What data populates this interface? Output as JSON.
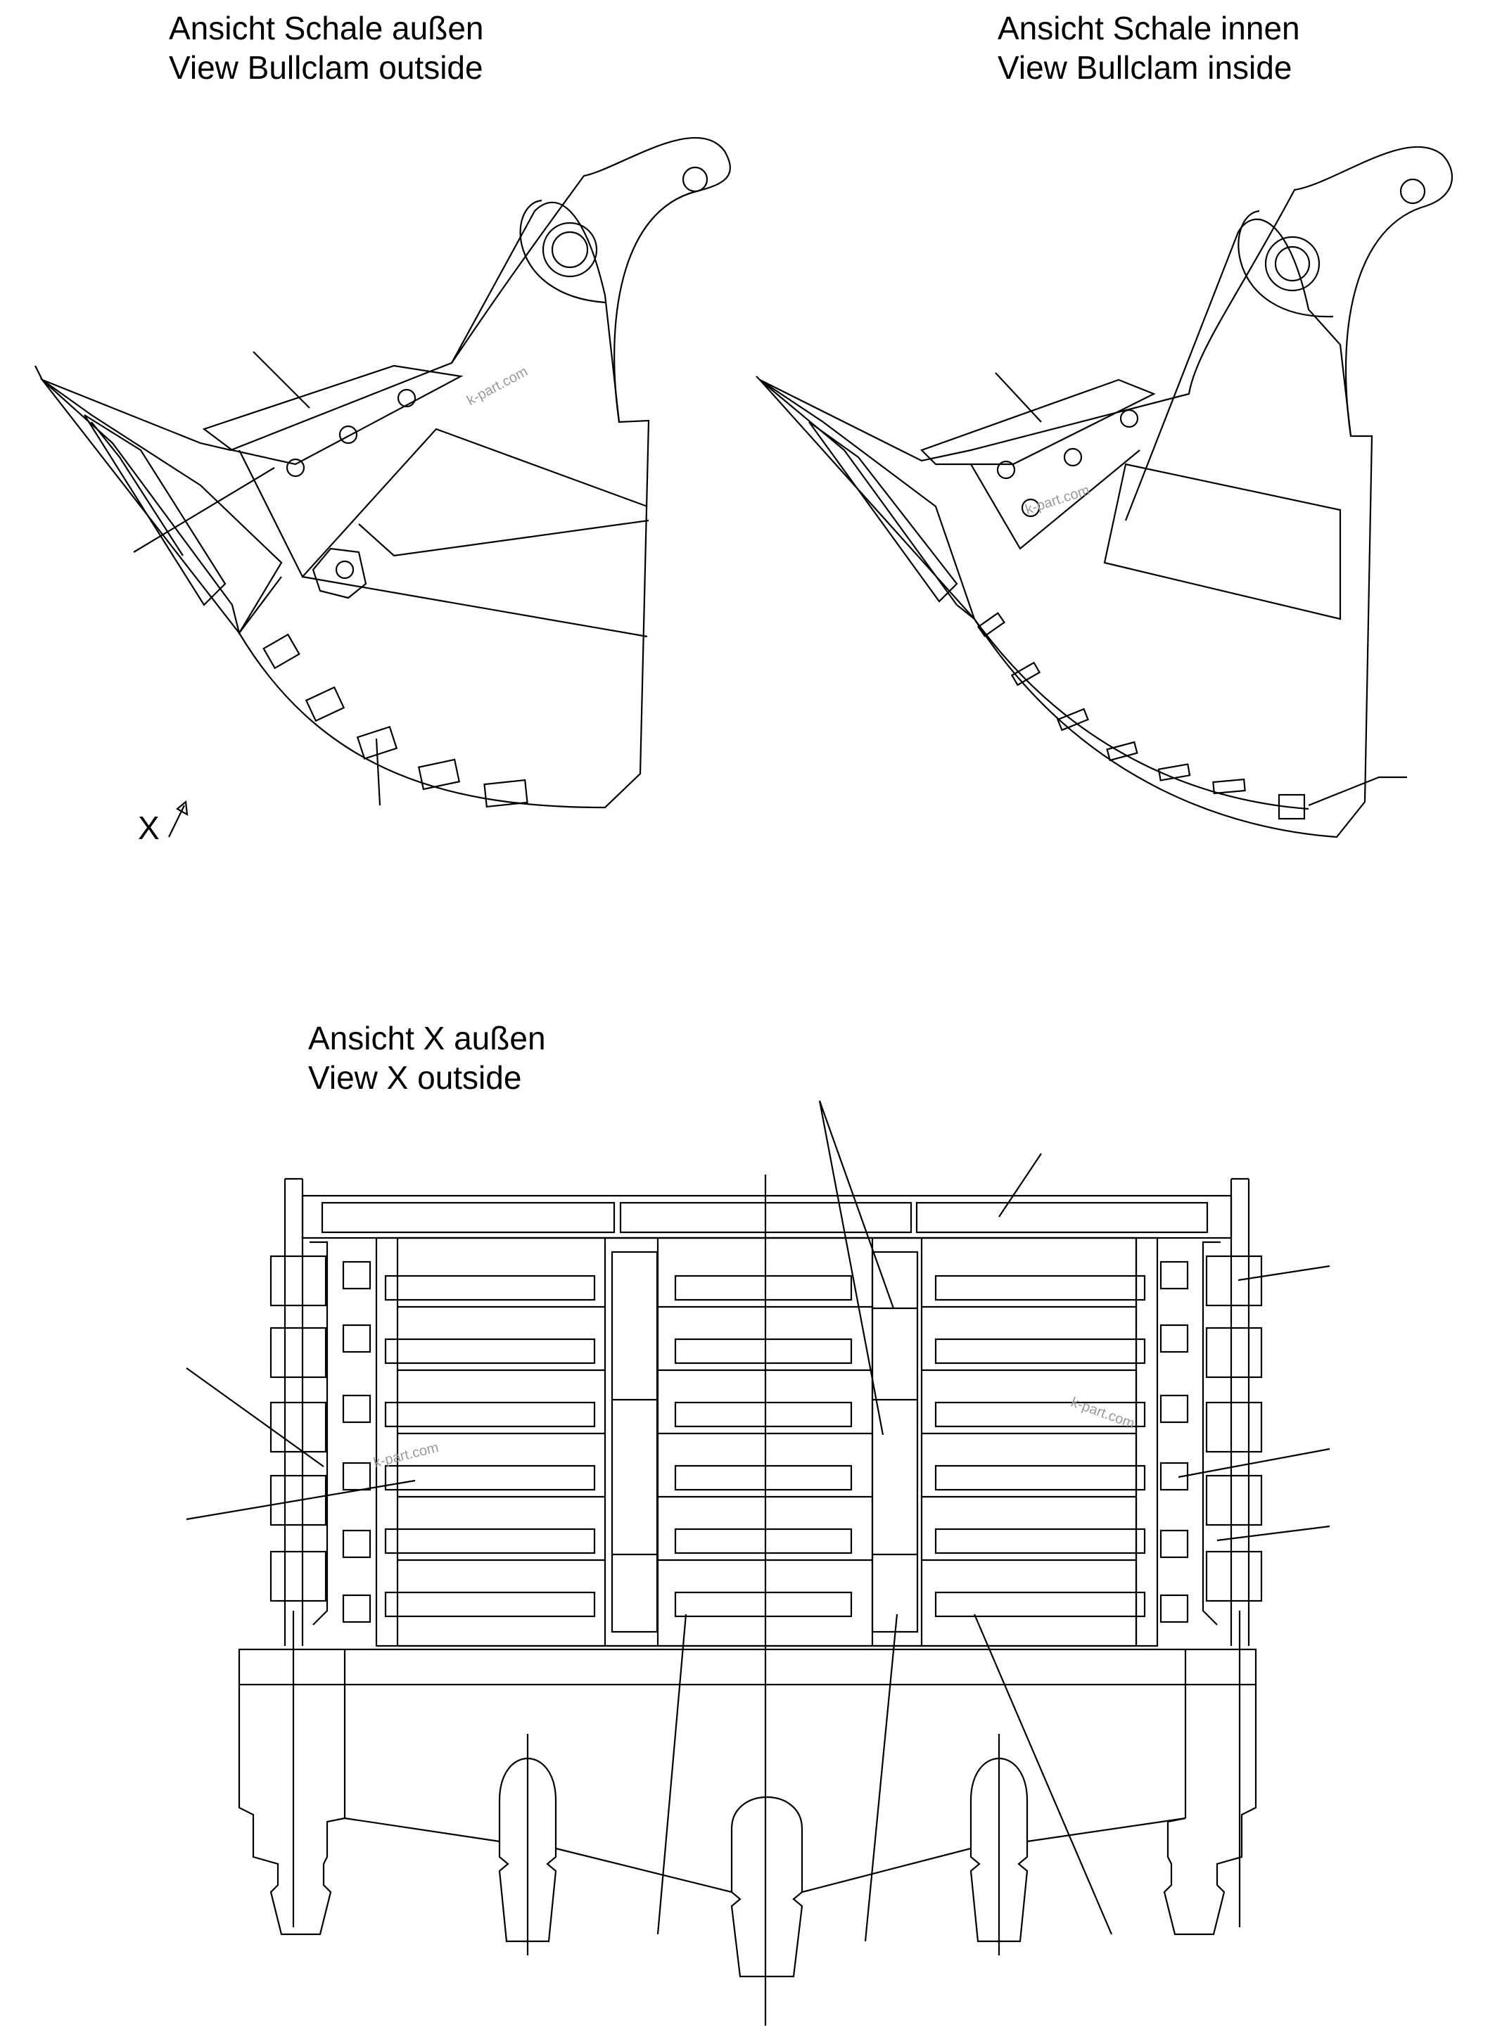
{
  "views": {
    "outside": {
      "line1": "Ansicht Schale außen",
      "line2": "View Bullclam outside"
    },
    "inside": {
      "line1": "Ansicht Schale innen",
      "line2": "View Bullclam inside"
    },
    "x_outside": {
      "line1": "Ansicht X außen",
      "line2": "View X outside"
    }
  },
  "view_marker": "X",
  "watermark": "k-part.com"
}
